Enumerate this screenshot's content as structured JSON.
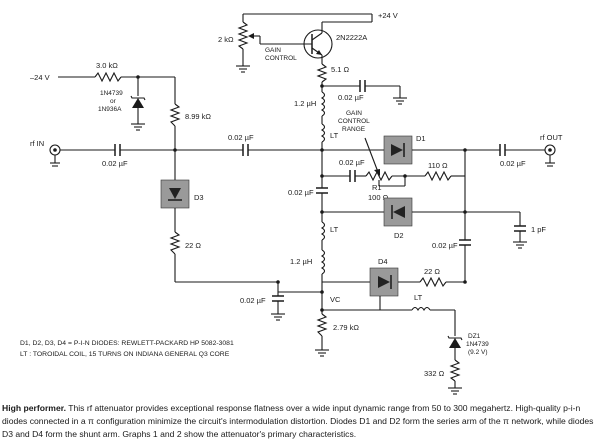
{
  "labels": {
    "supply_pos": "+24 V",
    "transistor": "2N2222A",
    "pot": "2 kΩ",
    "gain_control": "GAIN\nCONTROL",
    "r_emitter": "5.1 Ω",
    "c_bypass": "0.02 µF",
    "choke_top": "1.2 µH",
    "lt_top": "LT",
    "supply_neg": "–24 V",
    "r_3k": "3.0 kΩ",
    "zener_ref": "1N4739\nor\n1N936A",
    "r_899k": "8.99 kΩ",
    "c_input": "0.02 µF",
    "c_series1": "0.02 µF",
    "rf_in": "rf IN",
    "rf_out": "rf OUT",
    "d1": "D1",
    "d2": "D2",
    "d3": "D3",
    "d4": "D4",
    "gain_range": "GAIN\nCONTROL\nRANGE",
    "c_range": "0.02 µF",
    "r1": "R1",
    "r_100": "100 Ω",
    "r_110": "110 Ω",
    "c_output": "0.02 µF",
    "c_shunt_mid": "0.02 µF",
    "c_1pf": "1 pF",
    "lt_mid": "LT",
    "r_22_left": "22 Ω",
    "choke_mid": "1.2 µH",
    "c_d2_right": "0.02 µF",
    "r_22_right": "22 Ω",
    "lt_bot": "LT",
    "c_shunt_bot": "0.02 µF",
    "vc": "VC",
    "r_279k": "2.79 kΩ",
    "dz1": "DZ1\n1N4739\n(9.2 V)",
    "r_332": "332 Ω"
  },
  "notes": {
    "line1": "D1, D2, D3, D4 = P-I-N DIODES: REWLETT-PACKARD HP 5082-3081",
    "line2": "LT : TOROIDAL COIL, 15 TURNS ON INDIANA GENERAL Q3 CORE"
  },
  "caption": {
    "title": "High performer.",
    "body": " This rf attenuator provides exceptional response flatness over a wide input dynamic range from 50 to 300 megahertz. High-quality p-i-n diodes connected in a π configuration minimize the circuit's intermodulation distortion. Diodes D1 and D2 form the series arm of the π network, while diodes D3 and D4 form the shunt arm. Graphs 1 and 2 show the attenuator's primary characteristics."
  }
}
